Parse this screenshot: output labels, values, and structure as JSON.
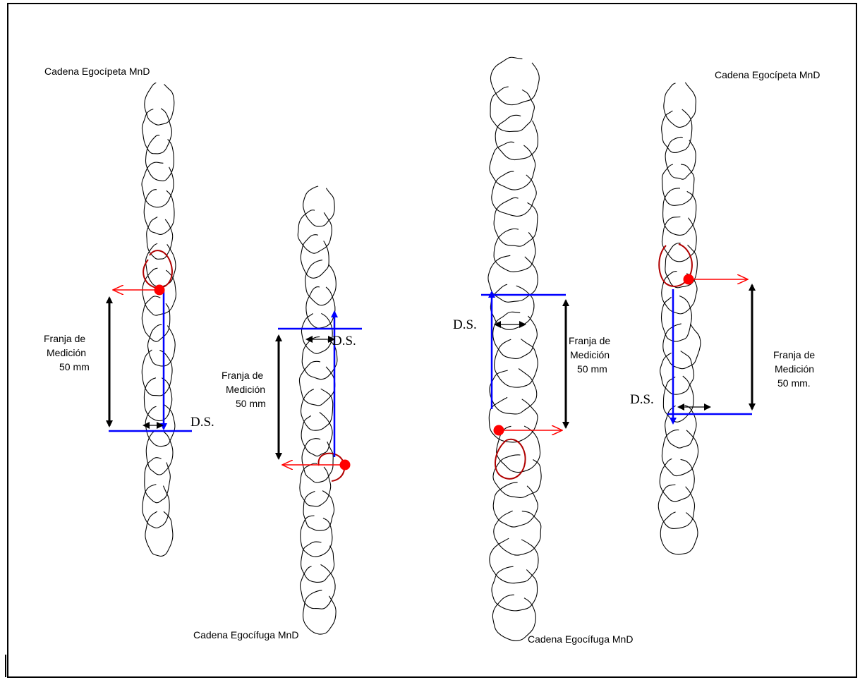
{
  "labels": {
    "panel1_title": "Cadena Egocípeta MnD",
    "panel2_title": "Cadena Egocífuga MnD",
    "panel3_title": "Cadena Egocífuga MnD",
    "panel4_title": "Cadena Egocípeta MnD",
    "ds": "D.S.",
    "franja_line1": "Franja de",
    "franja_line2": "Medición",
    "franja_line3_a": "50 mm",
    "franja_line3_b": "50 mm."
  },
  "colors": {
    "frame": "#000000",
    "chain": "#000000",
    "highlight_loop": "#b00000",
    "red_marker": "#ff0000",
    "blue_line": "#0000ff",
    "measure_arrow": "#000000"
  }
}
